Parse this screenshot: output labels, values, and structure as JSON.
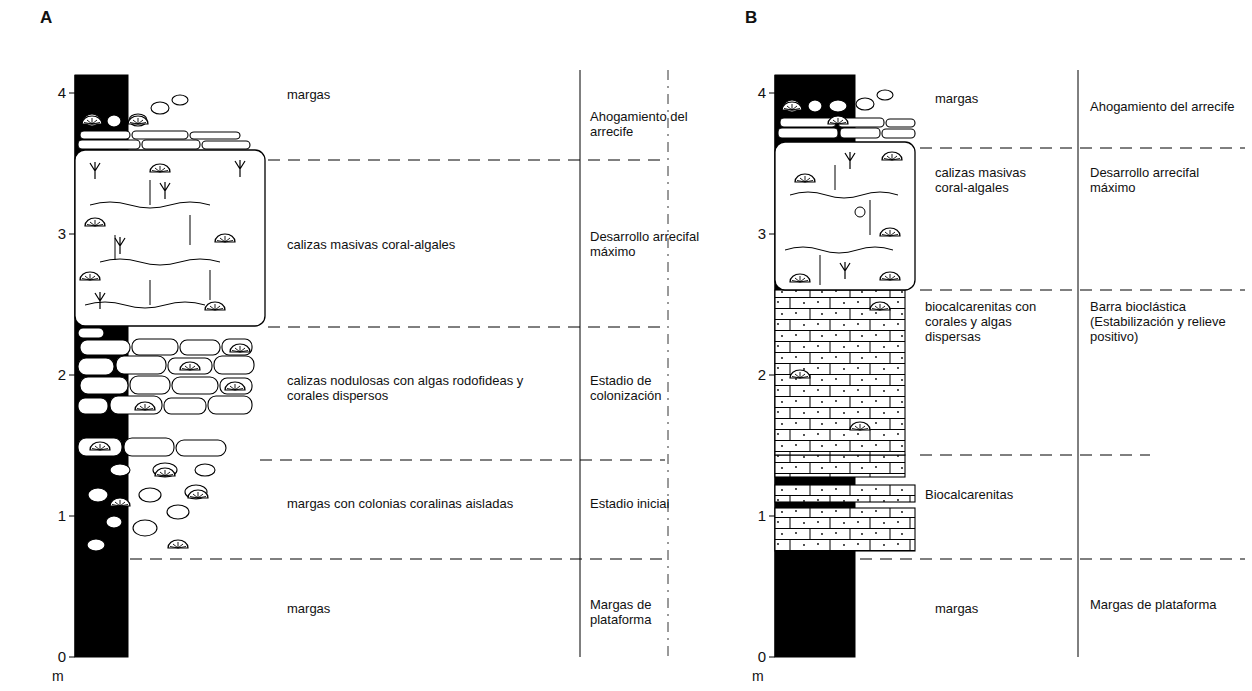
{
  "diagram": {
    "labels": [
      "A",
      "4",
      "3",
      "2",
      "1",
      "0",
      "m",
      "margas",
      "Ahogamiento del arrecife",
      "calizas masivas coral-algales",
      "Desarrollo arrecifal máximo",
      "calizas nodulosas con algas rodofideas y corales dispersos",
      "Estadio de colonización",
      "margas con colonias coralinas aisladas",
      "Estadio inicial",
      "margas",
      "Margas de plataforma",
      "B",
      "4",
      "3",
      "2",
      "1",
      "0",
      "m",
      "margas",
      "Ahogamiento del arrecife",
      "calizas masivas coral-algales",
      "Desarrollo arrecifal máximo",
      "biocalcarenitas con corales y algas dispersas",
      "Barra bioclástica (Estabilización y relieve positivo)",
      "Biocalcarenitas",
      "margas",
      "Margas de plataforma"
    ]
  }
}
